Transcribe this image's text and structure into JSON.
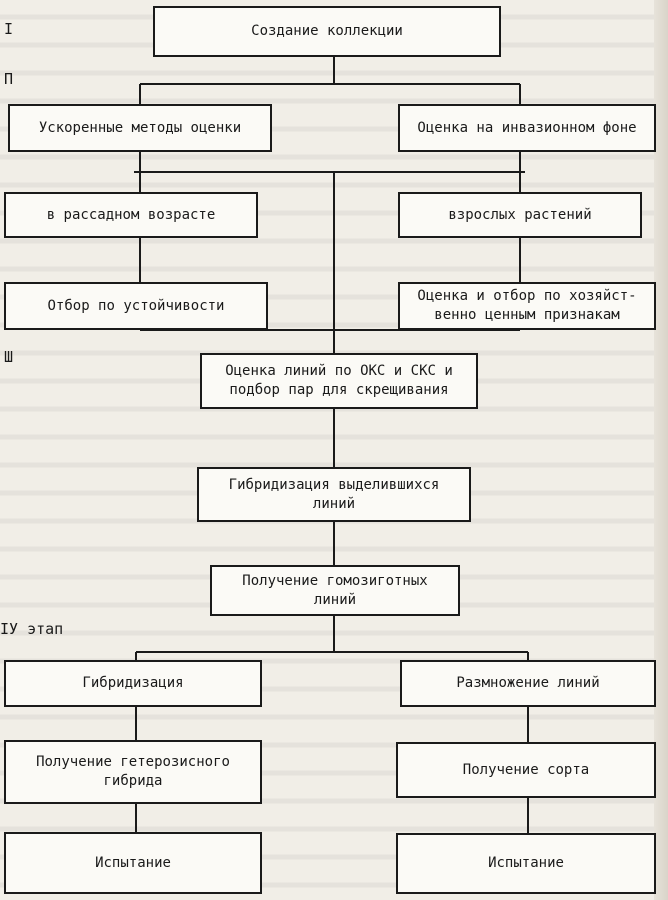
{
  "stages": {
    "s1": "I",
    "s2": "П",
    "s3": "Ш",
    "s4": "IУ этап"
  },
  "boxes": {
    "collection": "Создание коллекции",
    "fast_methods": "Ускоренные методы оценки",
    "invasion": "Оценка на инвазионном фоне",
    "seedling": "в рассадном возрасте",
    "adult": "взрослых растений",
    "resistance": "Отбор по устойчивости",
    "economic": "Оценка и отбор по хозяйст-\nвенно ценным признакам",
    "lines_eval": "Оценка линий по ОКС и СКС и\nподбор пар для скрещивания",
    "hybridization_lines": "Гибридизация выделившихся\nлиний",
    "homozygous": "Получение гомозиготных\nлиний",
    "hybridization": "Гибридизация",
    "propagation": "Размножение линий",
    "heterotic": "Получение гетерозисного\nгибрида",
    "variety": "Получение сорта",
    "test_left": "Испытание",
    "test_right": "Испытание"
  }
}
